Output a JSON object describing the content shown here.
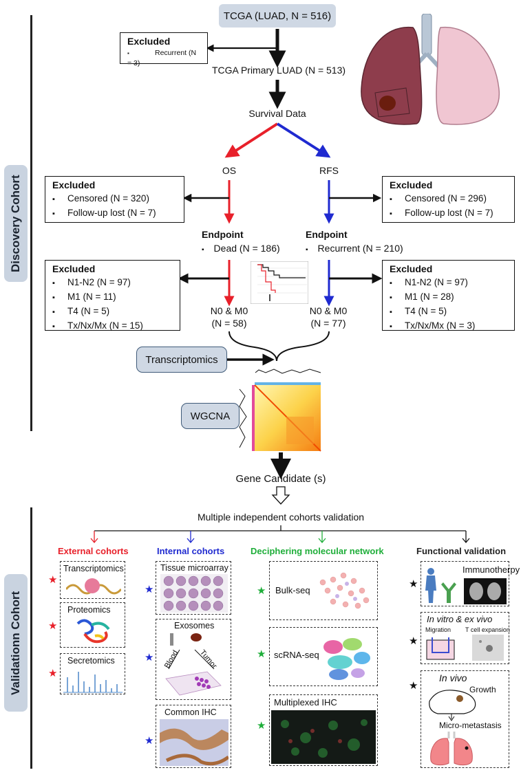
{
  "discovery_label": "Discovery Cohort",
  "validation_label": "Validationn Cohort",
  "top_pill": "TCGA (LUAD, N = 516)",
  "excluded_top": {
    "title": "Excluded",
    "items": [
      "Recurrent (N = 3)"
    ]
  },
  "primary": "TCGA Primary LUAD (N = 513)",
  "survival": "Survival Data",
  "os": "OS",
  "rfs": "RFS",
  "excl_os_censor": {
    "title": "Excluded",
    "items": [
      "Censored (N = 320)",
      "Follow-up lost (N = 7)"
    ]
  },
  "excl_rfs_censor": {
    "title": "Excluded",
    "items": [
      "Censored (N = 296)",
      "Follow-up lost (N = 7)"
    ]
  },
  "endpoint_os": {
    "title": "Endpoint",
    "item": "Dead (N = 186)"
  },
  "endpoint_rfs": {
    "title": "Endpoint",
    "item": "Recurrent (N = 210)"
  },
  "excl_os_stage": {
    "title": "Excluded",
    "items": [
      "N1-N2 (N = 97)",
      "M1 (N = 11)",
      "T4 (N = 5)",
      "Tx/Nx/Mx (N = 15)"
    ]
  },
  "excl_rfs_stage": {
    "title": "Excluded",
    "items": [
      "N1-N2 (N = 97)",
      "M1 (N = 28)",
      "T4 (N = 5)",
      "Tx/Nx/Mx (N = 3)"
    ]
  },
  "n0m0_os": {
    "line1": "N0 & M0",
    "line2": "(N = 58)"
  },
  "n0m0_rfs": {
    "line1": "N0 & M0",
    "line2": "(N = 77)"
  },
  "transcriptomics": "Transcriptomics",
  "wgcna": "WGCNA",
  "gene_candidate": "Gene Candidate (s)",
  "multiple": "Multiple independent cohorts validation",
  "columns": {
    "external": {
      "title": "External cohorts",
      "color": "#e8202a",
      "items": [
        "Transcriptomics",
        "Proteomics",
        "Secretomics"
      ]
    },
    "internal": {
      "title": "Internal cohorts",
      "color": "#1f2ad0",
      "items": [
        "Tissue microarray",
        "Exosomes",
        "Common IHC"
      ],
      "blood": "Blood",
      "tumor": "Tumor"
    },
    "network": {
      "title": "Deciphering molecular network",
      "color": "#1fae3a",
      "items": [
        "Bulk-seq",
        "scRNA-seq",
        "Multiplexed IHC"
      ]
    },
    "functional": {
      "title": "Functional validation",
      "color": "#222222",
      "items": [
        "Immunotherpy",
        "In vitro & ex vivo",
        "In vivo"
      ],
      "migration": "Migration",
      "tcell": "T cell expansion",
      "growth": "Growth",
      "micro": "Micro-metastasis"
    }
  },
  "colors": {
    "red": "#e8202a",
    "blue": "#1f2ad0",
    "black": "#111111",
    "pill": "#cfd8e4"
  }
}
